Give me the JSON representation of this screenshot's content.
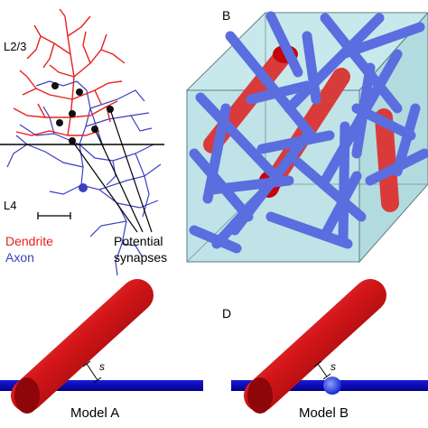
{
  "panels": {
    "a": {
      "layer_top": "L2/3",
      "layer_bottom": "L4",
      "legend_dendrite": "Dendrite",
      "legend_axon": "Axon",
      "callout_line1": "Potential",
      "callout_line2": "synapses"
    },
    "b": {
      "letter": "B"
    },
    "c": {
      "caption": "Model A",
      "distance_symbol": "s"
    },
    "d": {
      "letter": "D",
      "caption": "Model B",
      "distance_symbol": "s"
    }
  },
  "colors": {
    "dendrite": "#e8201e",
    "axon": "#3b3fc0",
    "rod_blue": "#5a6ee0",
    "rod_red": "#d93b3b",
    "cube_fill": "#bfe3e6",
    "model_red": "#c40f12",
    "model_blue": "#0000c8",
    "synapse_dot": "#111111"
  }
}
